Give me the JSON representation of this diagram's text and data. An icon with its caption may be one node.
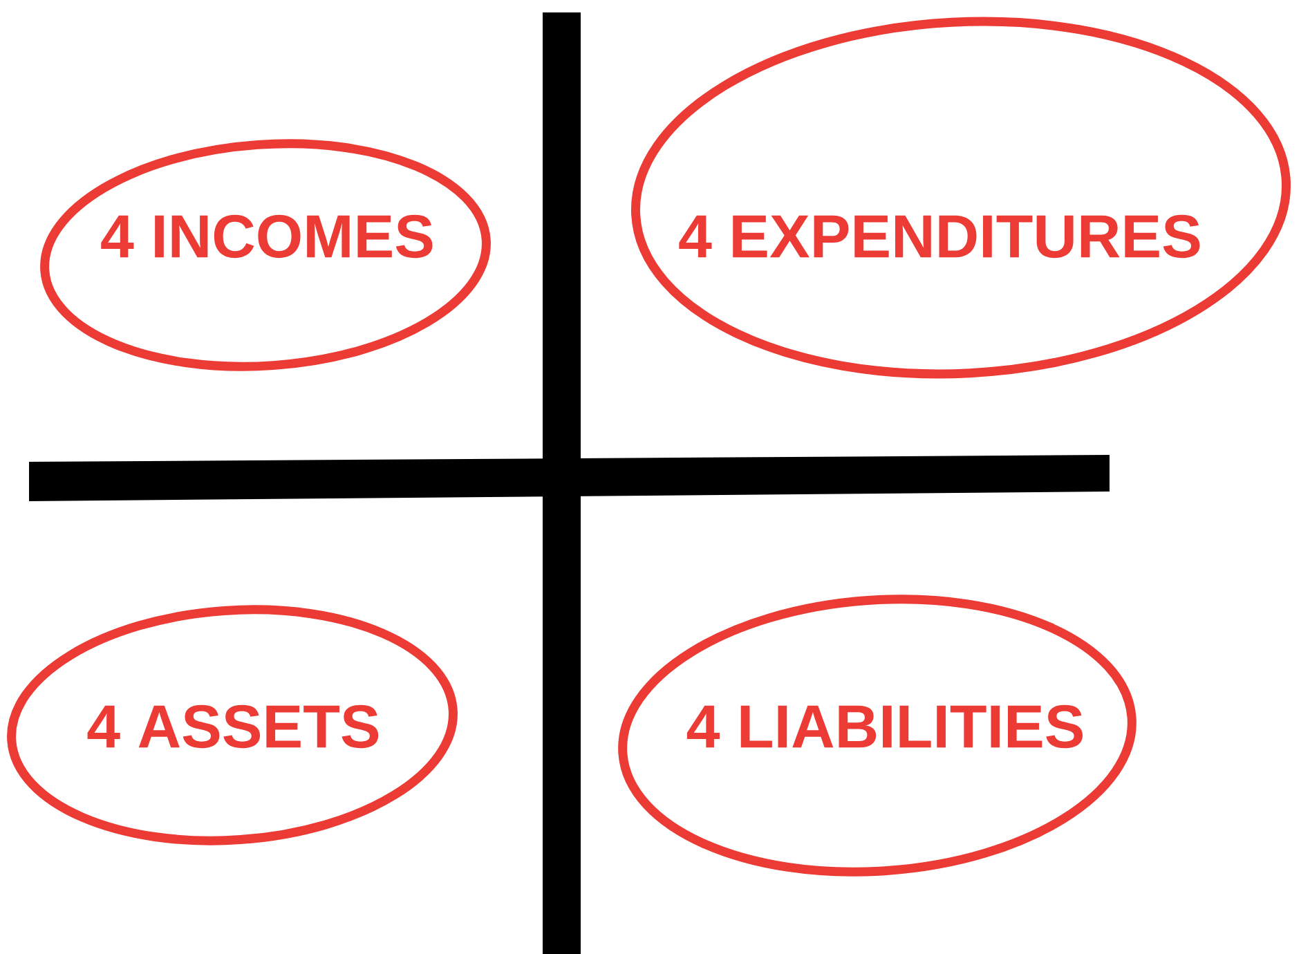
{
  "diagram": {
    "nodes": [
      {
        "text": [
          "4 INCOMES"
        ]
      },
      {
        "text": [
          "4 EXPENDITURES"
        ]
      },
      {
        "text": [
          "4 ASSETS"
        ]
      },
      {
        "text": [
          "4 LIABILITIES"
        ]
      }
    ]
  }
}
